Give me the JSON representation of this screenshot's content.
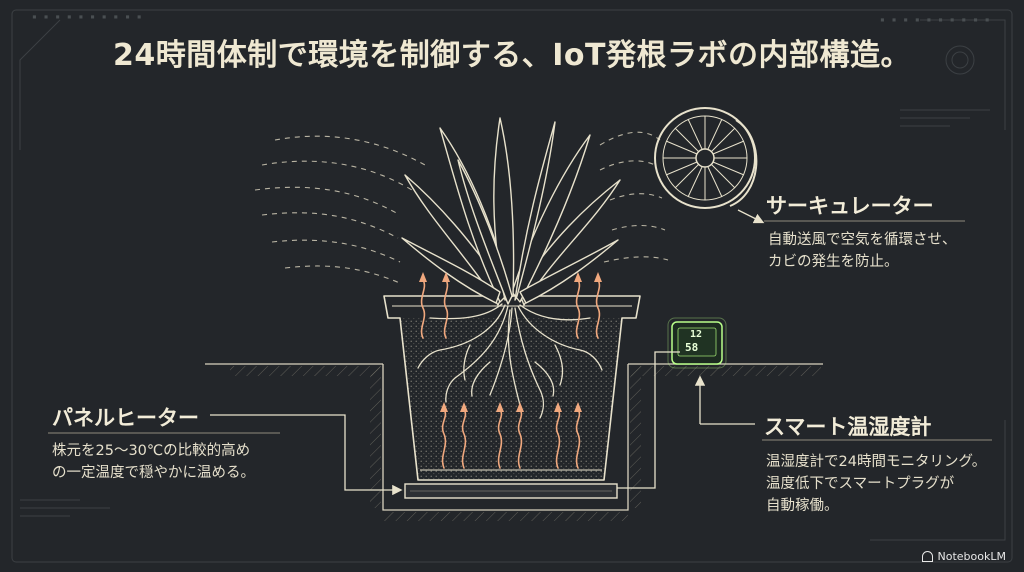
{
  "title": "24時間体制で環境を制御する、IoT発根ラボの内部構造。",
  "circulator": {
    "title": "サーキュレーター",
    "body": [
      "自動送風で空気を循環させ、",
      "カビの発生を防止。"
    ]
  },
  "heater": {
    "title": "パネルヒーター",
    "body": [
      "株元を25～30℃の比較的高め",
      "の一定温度で穏やかに温める。"
    ]
  },
  "thermometer": {
    "title": "スマート温湿度計",
    "body": [
      "温湿度計で24時間モニタリング。",
      "温度低下でスマートプラグが",
      "自動稼働。"
    ],
    "display_top": "12",
    "display_bottom": "58"
  },
  "brand": "NotebookLM",
  "colors": {
    "background": "#23262a",
    "line": "#e8e2cc",
    "heat_arrow": "#f0a87e",
    "meter_glow": "#b9ff8a"
  }
}
